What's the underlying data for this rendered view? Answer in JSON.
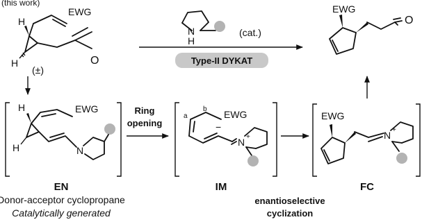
{
  "top_left": {
    "partial_header": "(this work)",
    "group": "EWG",
    "h_top": "H",
    "h_bottom": "H",
    "racemic": "(±)",
    "carbonyl_o": "O"
  },
  "catalyst": {
    "nh": "N",
    "h": "H",
    "cat": "(cat.)",
    "badge": "Type-II DYKAT"
  },
  "product": {
    "group": "EWG",
    "carbonyl_o": "O"
  },
  "EN": {
    "h_top": "H",
    "h_bottom": "H",
    "group": "EWG",
    "n": "N",
    "label": "EN",
    "desc1": "Donor-acceptor cyclopropane",
    "desc2": "Catalytically generated"
  },
  "step1": {
    "line1": "Ring",
    "line2": "opening"
  },
  "IM": {
    "a": "a",
    "b": "b",
    "group": "EWG",
    "charge_minus": "−",
    "n": "N",
    "charge_plus": "+",
    "label": "IM"
  },
  "step2": {
    "line1": "enantioselective",
    "line2": "cyclization"
  },
  "FC": {
    "group": "EWG",
    "n": "N",
    "charge_plus": "+",
    "label": "FC"
  },
  "colors": {
    "badge_bg": "#c8c8c8",
    "substituent_ball": "#b3b3b3",
    "ink": "#111111"
  }
}
